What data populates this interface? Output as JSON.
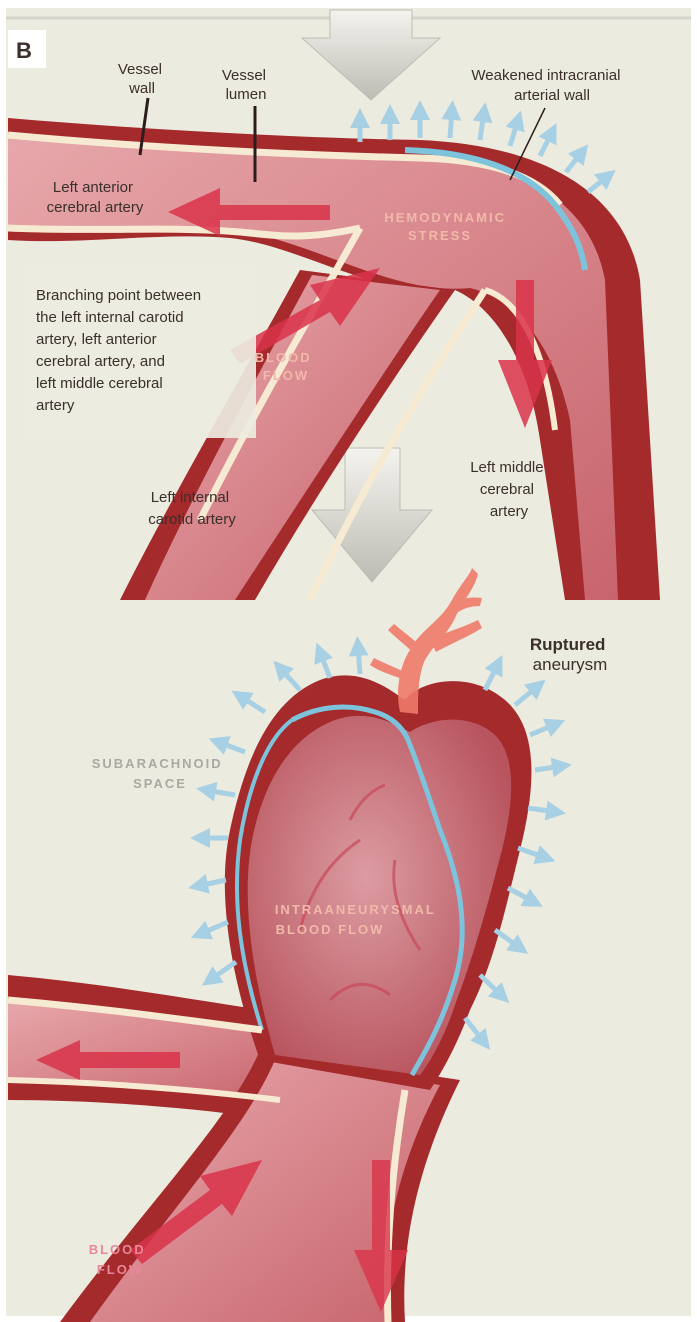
{
  "panel_label": "B",
  "labels": {
    "vessel_wall": [
      "Vessel",
      "wall"
    ],
    "vessel_lumen": [
      "Vessel",
      "lumen"
    ],
    "weakened_wall": [
      "Weakened intracranial",
      "arterial wall"
    ],
    "left_aca": [
      "Left anterior",
      "cerebral artery"
    ],
    "hemodynamic_stress": [
      "HEMODYNAMIC",
      "STRESS"
    ],
    "branching_point": [
      "Branching point between",
      "the left internal carotid",
      "artery, left anterior",
      "cerebral artery, and",
      "left middle cerebral",
      "artery"
    ],
    "blood_flow_top": [
      "BLOOD",
      "FLOW"
    ],
    "left_mca": [
      "Left middle",
      "cerebral",
      "artery"
    ],
    "left_ica": [
      "Left internal",
      "carotid artery"
    ],
    "ruptured_aneurysm": [
      "Ruptured",
      "aneurysm"
    ],
    "subarachnoid_space": [
      "SUBARACHNOID",
      "SPACE"
    ],
    "intraaneurysmal_flow": [
      "INTRAANEURYSMAL",
      "BLOOD FLOW"
    ],
    "blood_flow_bottom": [
      "BLOOD",
      "FLOW"
    ]
  },
  "colors": {
    "background": "#ecebdf",
    "vessel_wall": "#a42a2c",
    "lumen": "#d98a90",
    "wall_lining": "#f6ead2",
    "weakened_wall": "#7ec3dc",
    "flow_arrow": "#d9334a",
    "stress_arrow": "#a8d0e4",
    "stage_arrow": "#c7c6bf"
  }
}
